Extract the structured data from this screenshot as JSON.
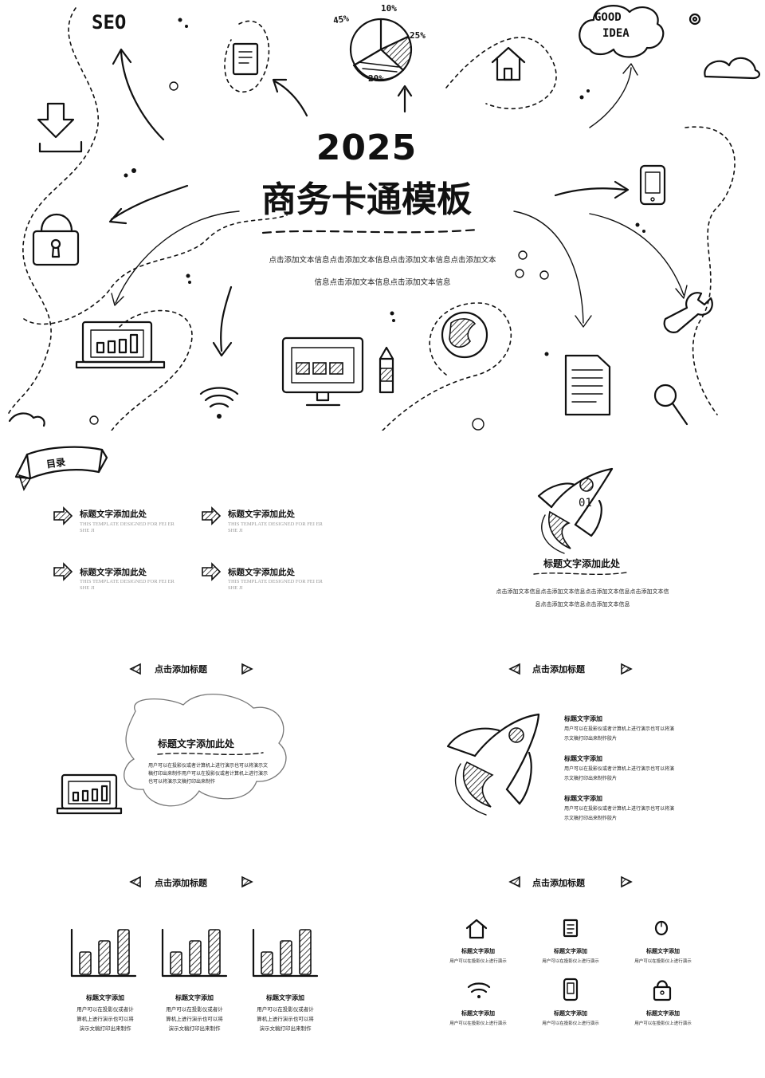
{
  "cover": {
    "year": "2025",
    "title": "商务卡通模板",
    "sub_line1": "点击添加文本信息点击添加文本信息点击添加文本信息点击添加文本",
    "sub_line2": "信息点击添加文本信息点击添加文本信息",
    "doodle_seo": "SEO",
    "doodle_idea_line1": "GOOD",
    "doodle_idea_line2": "IDEA",
    "pie_labels": [
      "45%",
      "10%",
      "25%",
      "20%"
    ]
  },
  "toc": {
    "banner": "目录",
    "items": [
      {
        "title": "标题文字添加此处",
        "en": "THIS TEMPLATE DESIGNED FOR FEI ER SHE JI"
      },
      {
        "title": "标题文字添加此处",
        "en": "THIS TEMPLATE DESIGNED FOR FEI ER SHE JI"
      },
      {
        "title": "标题文字添加此处",
        "en": "THIS TEMPLATE DESIGNED FOR FEI ER SHE JI"
      },
      {
        "title": "标题文字添加此处",
        "en": "THIS TEMPLATE DESIGNED FOR FEI ER SHE JI"
      }
    ]
  },
  "section": {
    "number": "01",
    "title": "标题文字添加此处",
    "line1": "点击添加文本信息点击添加文本信息点击添加文本信息点击添加文本信",
    "line2": "息点击添加文本信息点击添加文本信息"
  },
  "slide3": {
    "header": "点击添加标题",
    "title": "标题文字添加此处",
    "body": [
      "用户可以在投影仪或者计算机上进行演示也可以将演示文",
      "稿打印出来制作用户可以在投影仪或者计算机上进行演示",
      "也可以将演示文稿打印出来制作"
    ]
  },
  "slide4": {
    "header": "点击添加标题",
    "items": [
      {
        "title": "标题文字添加",
        "l1": "用户可以在投影仪或者计算机上进行演示也可以将演",
        "l2": "示文稿打印出来制作胶片"
      },
      {
        "title": "标题文字添加",
        "l1": "用户可以在投影仪或者计算机上进行演示也可以将演",
        "l2": "示文稿打印出来制作胶片"
      },
      {
        "title": "标题文字添加",
        "l1": "用户可以在投影仪或者计算机上进行演示也可以将演",
        "l2": "示文稿打印出来制作胶片"
      }
    ]
  },
  "slide5": {
    "header": "点击添加标题",
    "items": [
      {
        "title": "标题文字添加",
        "l1": "用户可以在投影仪或者计",
        "l2": "算机上进行演示也可以将",
        "l3": "演示文稿打印出来制作"
      },
      {
        "title": "标题文字添加",
        "l1": "用户可以在投影仪或者计",
        "l2": "算机上进行演示也可以将",
        "l3": "演示文稿打印出来制作"
      },
      {
        "title": "标题文字添加",
        "l1": "用户可以在投影仪或者计",
        "l2": "算机上进行演示也可以将",
        "l3": "演示文稿打印出来制作"
      }
    ]
  },
  "slide6": {
    "header": "点击添加标题",
    "items": [
      {
        "icon": "house-icon",
        "title": "标题文字添加",
        "desc": "用户可以在投影仪上进行演示"
      },
      {
        "icon": "document-icon",
        "title": "标题文字添加",
        "desc": "用户可以在投影仪上进行演示"
      },
      {
        "icon": "mouse-icon",
        "title": "标题文字添加",
        "desc": "用户可以在投影仪上进行演示"
      },
      {
        "icon": "wifi-icon",
        "title": "标题文字添加",
        "desc": "用户可以在投影仪上进行演示"
      },
      {
        "icon": "phone-icon",
        "title": "标题文字添加",
        "desc": "用户可以在投影仪上进行演示"
      },
      {
        "icon": "lock-icon",
        "title": "标题文字添加",
        "desc": "用户可以在投影仪上进行演示"
      }
    ]
  }
}
